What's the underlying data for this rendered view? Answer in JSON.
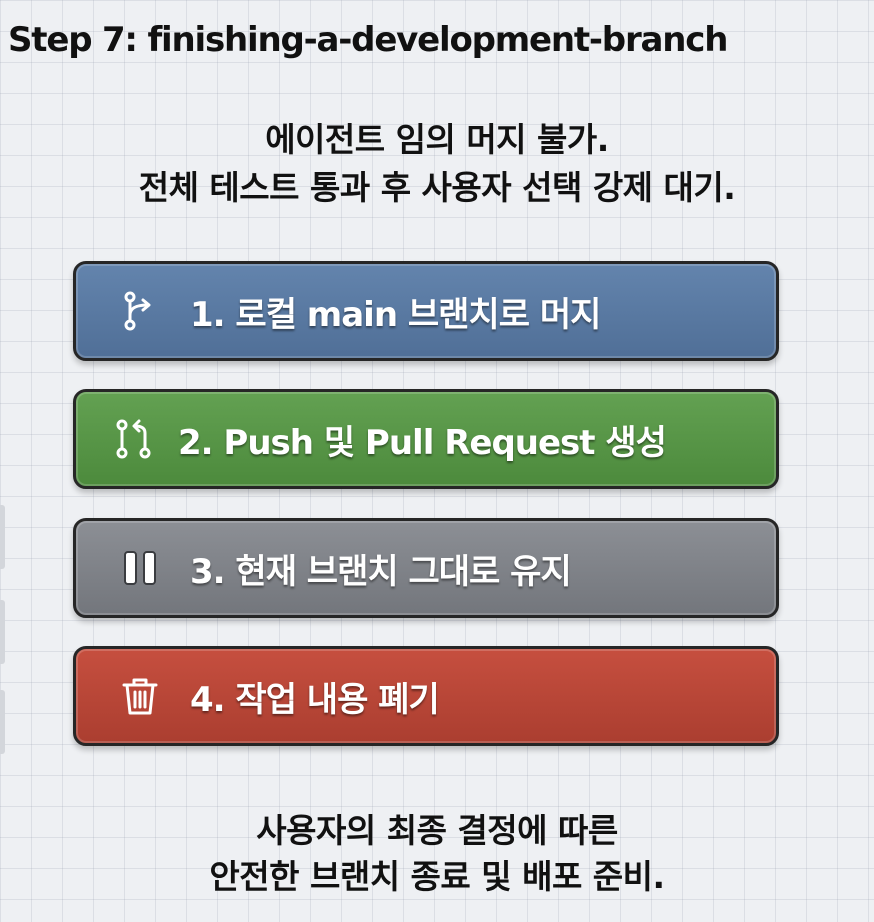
{
  "title": "Step 7: finishing-a-development-branch",
  "subtitle": {
    "line1": "에이전트 임의 머지 불가.",
    "line2": "전체 테스트 통과 후 사용자 선택 강제 대기."
  },
  "options": [
    {
      "label": "1. 로컬 main 브랜치로 머지",
      "icon": "git-merge-icon",
      "color": "#5a7aa3"
    },
    {
      "label": "2. Push 및 Pull Request 생성",
      "icon": "git-pull-request-icon",
      "color": "#589647"
    },
    {
      "label": "3. 현재 브랜치 그대로 유지",
      "icon": "pause-icon",
      "color": "#808389"
    },
    {
      "label": "4. 작업 내용 폐기",
      "icon": "trash-icon",
      "color": "#b94637"
    }
  ],
  "footer": {
    "line1": "사용자의 최종 결정에 따른",
    "line2": "안전한 브랜치 종료 및 배포 준비."
  }
}
